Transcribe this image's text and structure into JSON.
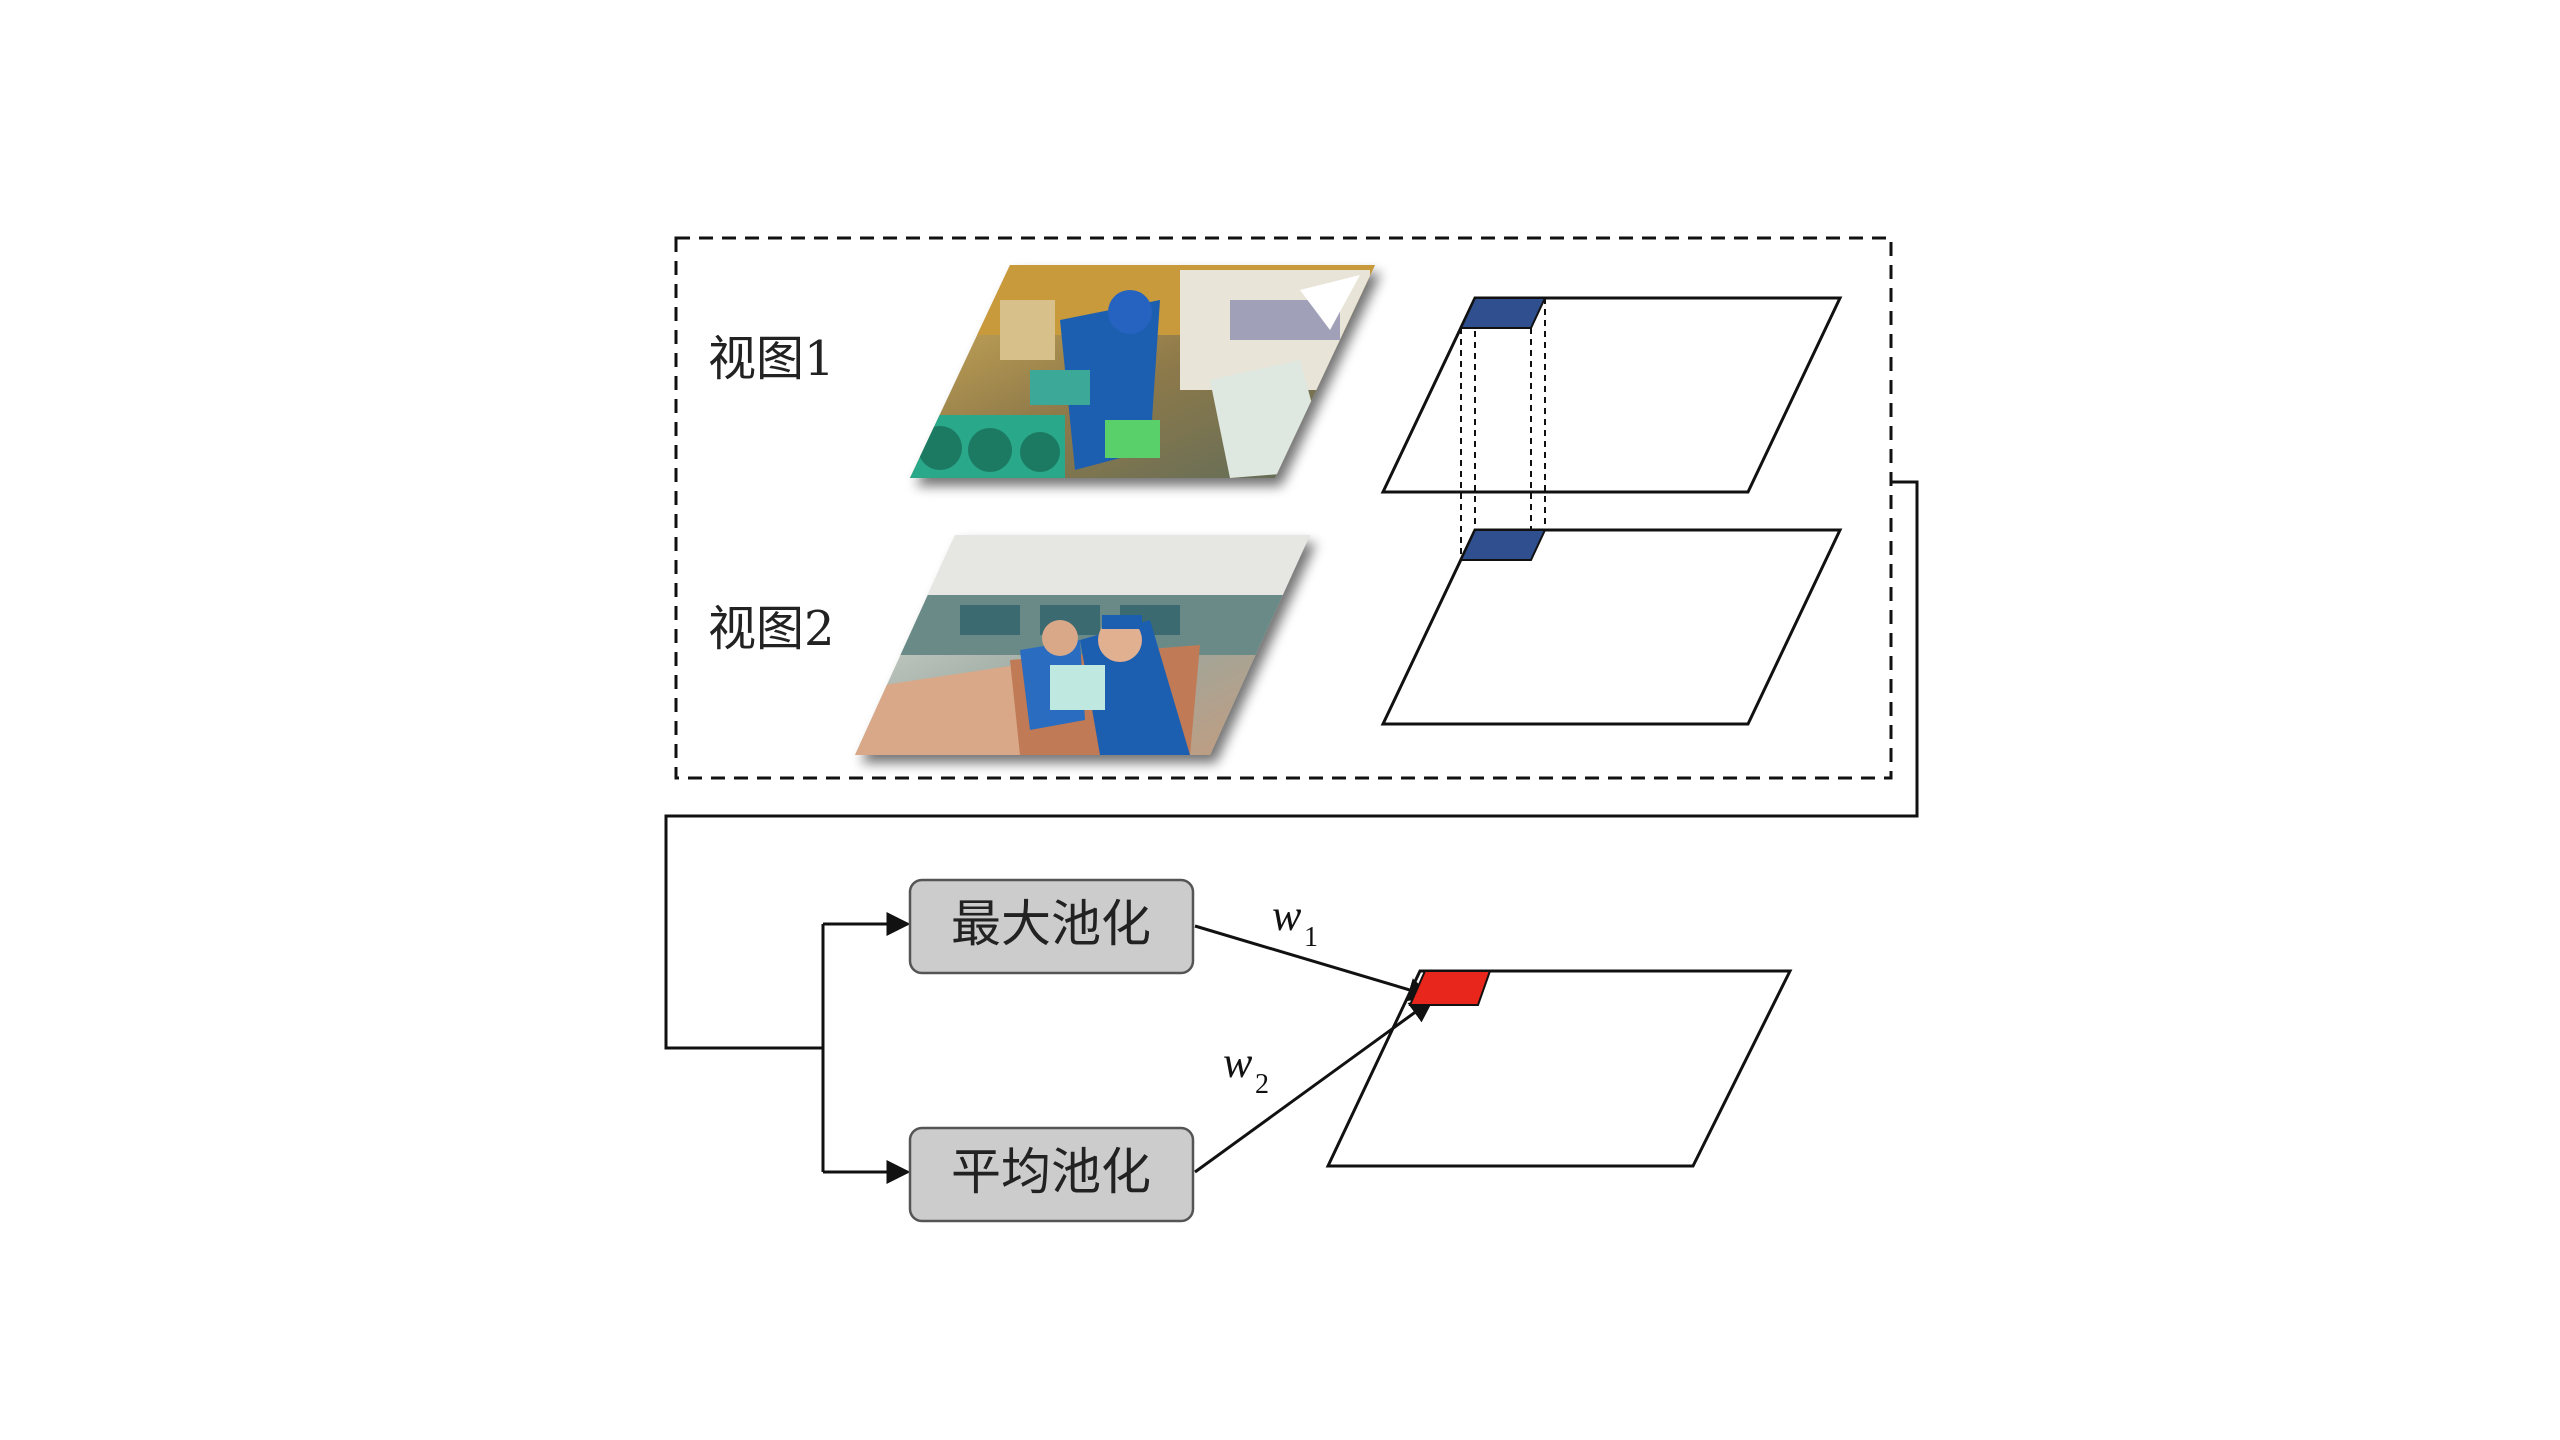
{
  "views": [
    {
      "label": "视图1"
    },
    {
      "label": "视图2"
    }
  ],
  "pooling": {
    "max_label": "最大池化",
    "avg_label": "平均池化"
  },
  "weights": [
    {
      "symbol": "w",
      "sub": "1"
    },
    {
      "symbol": "w",
      "sub": "2"
    }
  ],
  "colors": {
    "stroke": "#111111",
    "feature_cell": "#2f4f8f",
    "output_cell": "#e8261c",
    "box_fill": "#cccccc",
    "box_stroke": "#555555"
  }
}
